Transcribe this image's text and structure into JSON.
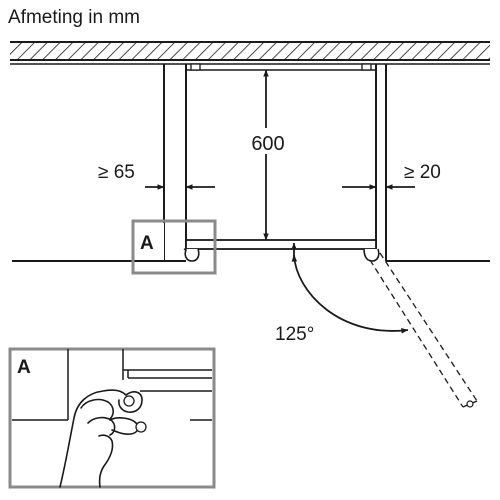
{
  "caption": "Afmeting in mm",
  "dimensions": {
    "depth": "600",
    "side_clearance_left": "≥ 65",
    "side_clearance_right": "≥ 20",
    "door_angle": "125°"
  },
  "detail_marker": "A",
  "detail_inset_label": "A"
}
